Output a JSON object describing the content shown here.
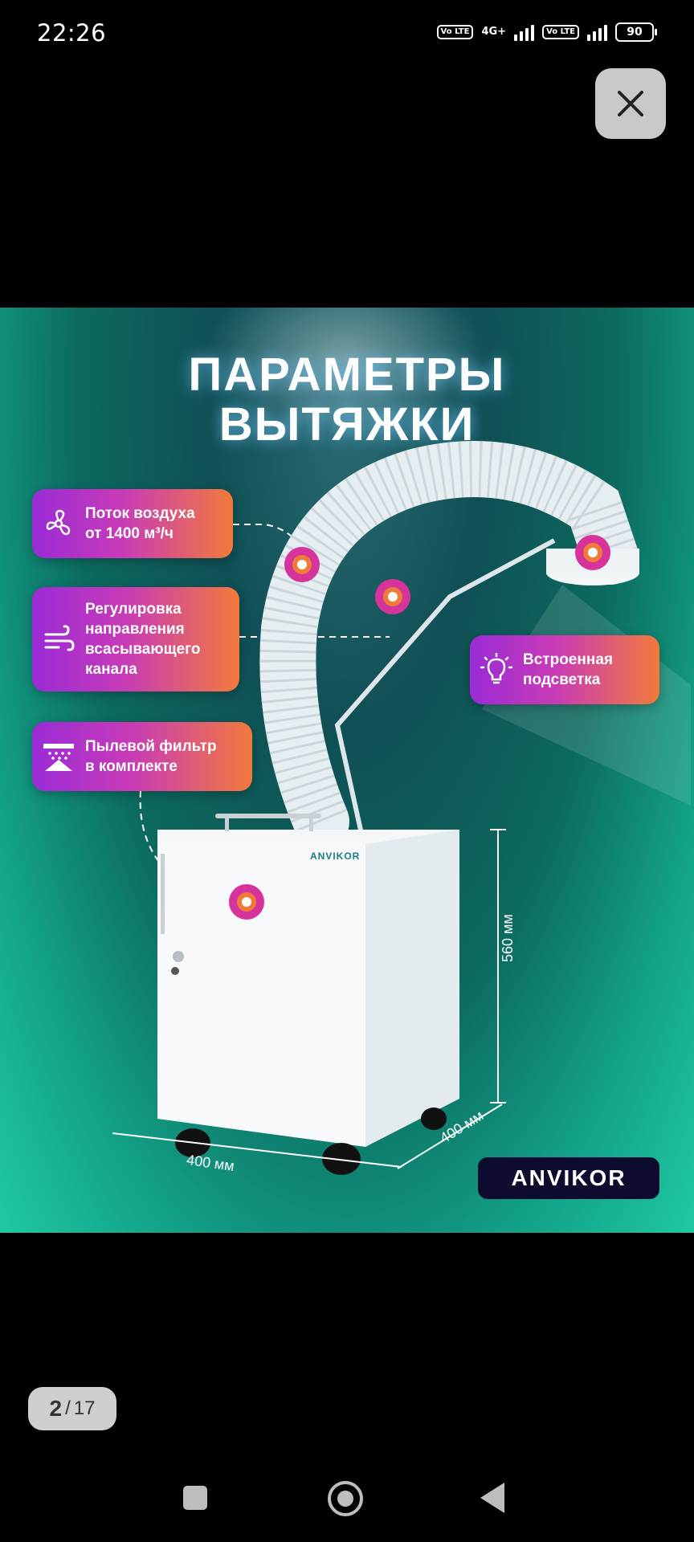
{
  "status_bar": {
    "time": "22:26",
    "sim1_label": "Vo LTE",
    "network": "4G+",
    "sim2_label": "Vo LTE",
    "battery": "90"
  },
  "viewer": {
    "close_icon": "close-icon",
    "page_current": "2",
    "page_separator": "/",
    "page_total": "17"
  },
  "image": {
    "headline_line1": "ПАРАМЕТРЫ",
    "headline_line2": "ВЫТЯЖКИ",
    "callouts": [
      {
        "icon": "fan-icon",
        "text": "Поток воздуха\nот 1400 м³/ч"
      },
      {
        "icon": "wind-icon",
        "text": "Регулировка\nнаправления\nвсасывающего\nканала"
      },
      {
        "icon": "filter-icon",
        "text": "Пылевой фильтр\nв комплекте"
      },
      {
        "icon": "lightbulb-icon",
        "text": "Встроенная\nподсветка"
      }
    ],
    "dimension_height": "560 мм",
    "dimension_width": "400 мм",
    "dimension_depth": "400 мм",
    "brand": "ANVIKOR",
    "cabinet_brand": "ANVIKOR",
    "accent_purple": "#9a2bd6",
    "accent_orange": "#f27a3a"
  },
  "nav_bar": {
    "recents_icon": "square-icon",
    "home_icon": "circle-icon",
    "back_icon": "triangle-back-icon"
  }
}
